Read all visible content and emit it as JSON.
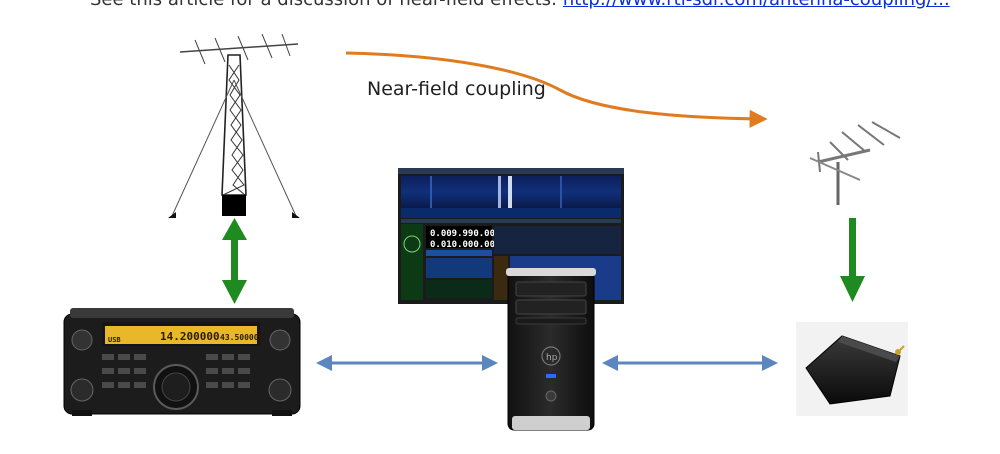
{
  "caption": {
    "prefix": "See this article for a discussion of near-field effects:",
    "link_text": "http://www.rtl-sdr.com/antenna-coupling/..."
  },
  "labels": {
    "coupling": "Near-field coupling"
  },
  "transceiver": {
    "freq_main": "14.200000",
    "freq_sub": "43.500000",
    "mode": "USB"
  },
  "sdr_software": {
    "freq_1": "0.009.990.000",
    "freq_2": "0.010.000.000"
  },
  "colors": {
    "coupling_arrow": "#e07b1f",
    "green_arrow": "#1f8a1f",
    "blue_arrow": "#5b86bf"
  }
}
